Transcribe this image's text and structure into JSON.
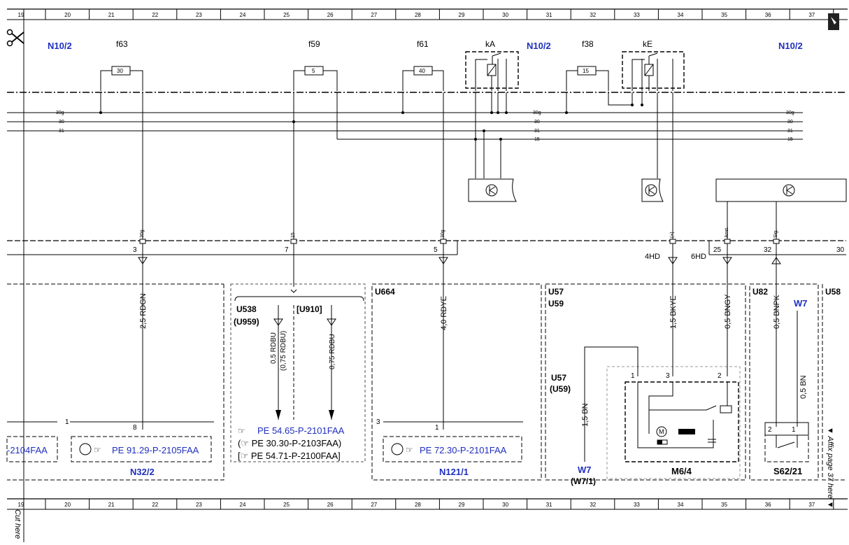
{
  "ruler": {
    "numbers": [
      "19",
      "20",
      "21",
      "22",
      "23",
      "24",
      "25",
      "26",
      "27",
      "28",
      "29",
      "30",
      "31",
      "32",
      "33",
      "34",
      "35",
      "36",
      "37"
    ]
  },
  "cut_here": "Cut here",
  "affix_page": "▼ Affix page 37 here ▼",
  "components": {
    "n10_2_left": "N10/2",
    "n10_2_mid": "N10/2",
    "n10_2_right": "N10/2",
    "f63": "f63",
    "f59": "f59",
    "f61": "f61",
    "f38": "f38",
    "kA": "kA",
    "kE": "kE"
  },
  "fuses": {
    "f63_rating": "30",
    "f59_rating": "5",
    "f61_rating": "40",
    "f38_rating": "15"
  },
  "bus": {
    "left": [
      "30g",
      "30",
      "31"
    ],
    "mid": [
      "30g",
      "30",
      "31",
      "15"
    ],
    "right": [
      "30g",
      "30",
      "31",
      "15"
    ]
  },
  "pins": {
    "p30g_a": "30g",
    "p15": "15",
    "p30g_b": "30g",
    "p_plus": "(+)",
    "p_anst": "Anst.",
    "p_sig": "Sig.",
    "n3": "3",
    "n7": "7",
    "n5": "5",
    "hd4": "4HD",
    "hd6": "6HD",
    "n25": "25",
    "n32": "32",
    "n30": "30"
  },
  "wires": {
    "w1": "2,5 RDGN",
    "w2a": "0,5 RDBU",
    "w2b": "(0,75 RDBU)",
    "w3": "0,75 RDBU",
    "w4": "4,0 RDYE",
    "w5": "1,5 BKYE",
    "w6": "0,5 BNGY",
    "w7": "0,5 BNPK",
    "w8": "0,5 BN",
    "w9": "1,5 BN"
  },
  "blocks": {
    "u538": "U538",
    "u959": "(U959)",
    "u910": "[U910]",
    "u664": "U664",
    "u57": "U57",
    "u59": "U59",
    "u57b": "U57",
    "u59b": "(U59)",
    "u82": "U82",
    "u58": "U58",
    "w7_top": "W7",
    "w7_bottom": "W7",
    "w7_1": "(W7/1)",
    "n32_2": "N32/2",
    "n121_1": "N121/1",
    "m6_4": "M6/4",
    "s62_21": "S62/21"
  },
  "refs": {
    "ref_left": "-2104FAA",
    "ref_n32": "PE 91.29-P-2105FAA",
    "ref_u538_1": "PE 54.65-P-2101FAA",
    "ref_u538_2": "(☞ PE 30.30-P-2103FAA)",
    "ref_u538_3": "[☞ PE 54.71-P-2100FAA]",
    "ref_n121": "PE 72.30-P-2101FAA"
  },
  "connectors": {
    "c1": "1",
    "c8": "8",
    "c3": "3",
    "c1b": "1",
    "m1": "1",
    "m3": "3",
    "m2": "2",
    "s2": "2",
    "s1": "1"
  },
  "colors": {
    "line": "#000000",
    "link_blue": "#1f2fbf"
  }
}
